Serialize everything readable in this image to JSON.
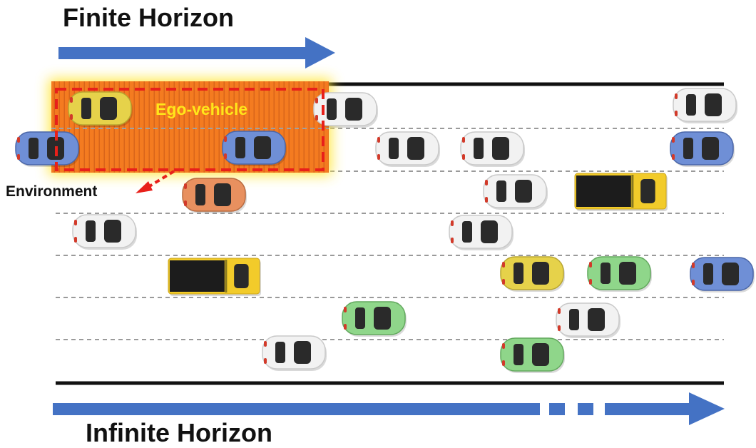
{
  "labels": {
    "finite_horizon": "Finite Horizon",
    "ego_vehicle": "Ego-vehicle",
    "environment": "Environment",
    "infinite_horizon": "Infinite Horizon"
  },
  "colors": {
    "arrow_blue": "#4472c4",
    "highlight_orange": "#f47b20",
    "dashed_box_red": "#e8201a",
    "ego_label_yellow": "#ffe61a",
    "road_edge": "#111111",
    "lane_divider": "#9a9a9a"
  },
  "vehicles": [
    {
      "type": "car",
      "color": "yellow"
    },
    {
      "type": "car",
      "color": "white"
    },
    {
      "type": "car",
      "color": "white"
    },
    {
      "type": "car",
      "color": "blue"
    },
    {
      "type": "car",
      "color": "blue"
    },
    {
      "type": "car",
      "color": "white"
    },
    {
      "type": "car",
      "color": "white"
    },
    {
      "type": "car",
      "color": "blue"
    },
    {
      "type": "car",
      "color": "orange"
    },
    {
      "type": "car",
      "color": "white"
    },
    {
      "type": "truck",
      "color": "yellow"
    },
    {
      "type": "car",
      "color": "white"
    },
    {
      "type": "car",
      "color": "white"
    },
    {
      "type": "truck",
      "color": "yellow"
    },
    {
      "type": "car",
      "color": "yellow"
    },
    {
      "type": "car",
      "color": "green"
    },
    {
      "type": "car",
      "color": "blue"
    },
    {
      "type": "car",
      "color": "green"
    },
    {
      "type": "car",
      "color": "white"
    },
    {
      "type": "car",
      "color": "white"
    },
    {
      "type": "car",
      "color": "green"
    }
  ]
}
